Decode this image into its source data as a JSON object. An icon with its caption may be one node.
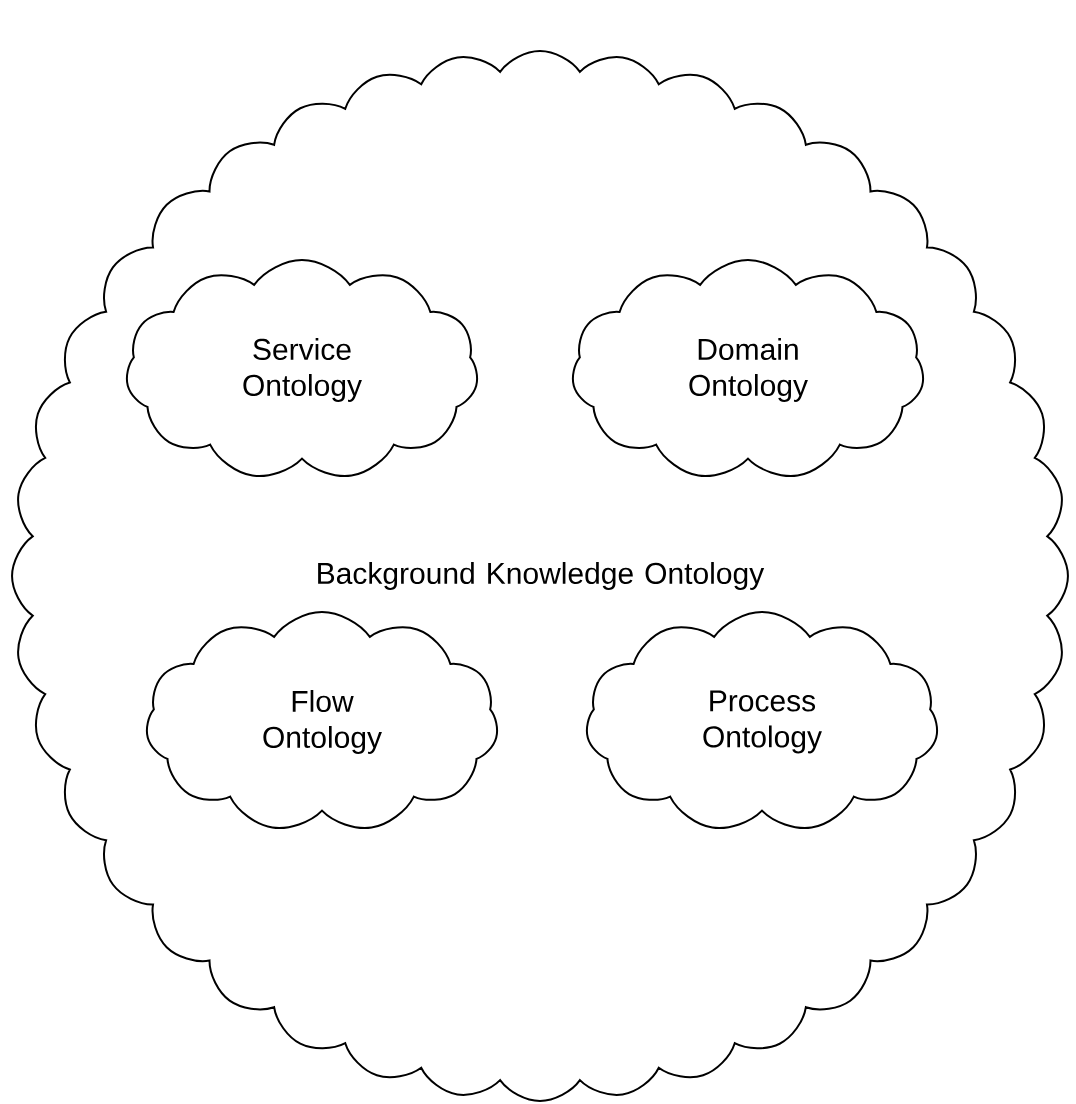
{
  "diagram": {
    "nodes": [
      {
        "text": [
          "Background Knowledge Ontology"
        ]
      },
      {
        "text": [
          "Service Ontology"
        ],
        "in": 0
      },
      {
        "text": [
          "Domain Ontology"
        ],
        "in": 0
      },
      {
        "text": [
          "Flow Ontology"
        ],
        "in": 0
      },
      {
        "text": [
          "Process Ontology"
        ],
        "in": 0
      }
    ]
  }
}
